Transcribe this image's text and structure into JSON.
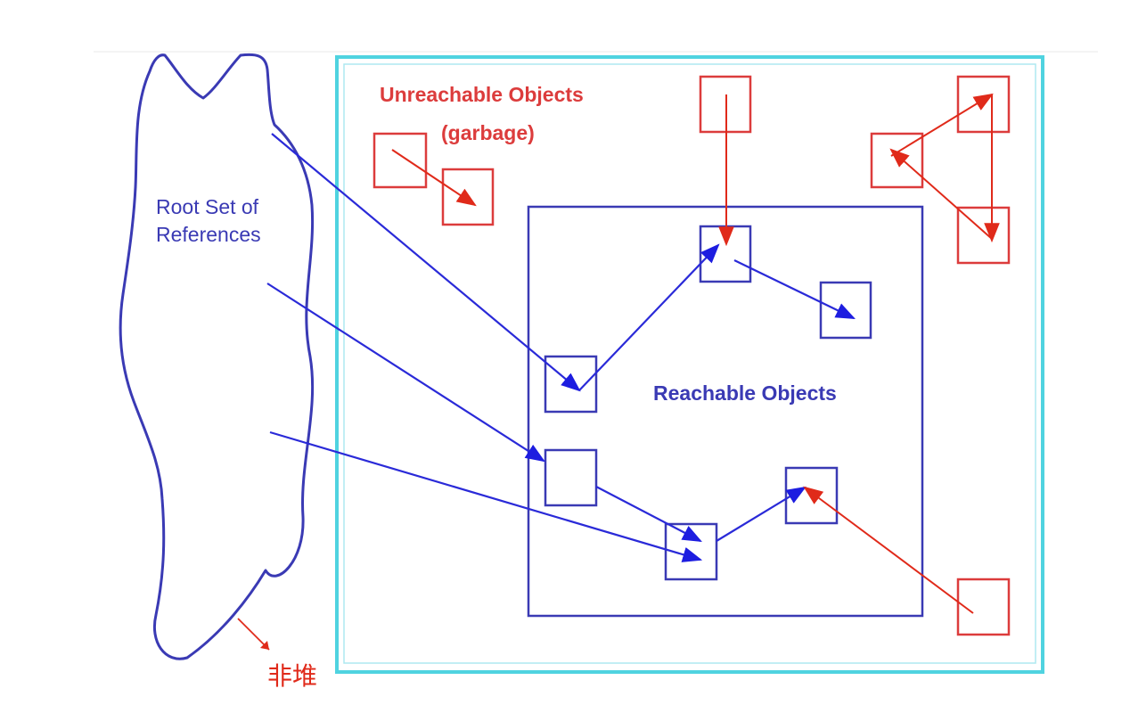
{
  "labels": {
    "root_line1": "Root Set of",
    "root_line2": "References",
    "unreachable_line1": "Unreachable Objects",
    "unreachable_line2": "(garbage)",
    "reachable": "Reachable Objects",
    "non_heap": "非堆"
  },
  "colors": {
    "blue": "#3a3ab4",
    "arrow_blue": "#1d1de0",
    "red": "#dc3c3c",
    "arrow_red": "#e02a1a",
    "cyan": "#4fd3e0"
  }
}
